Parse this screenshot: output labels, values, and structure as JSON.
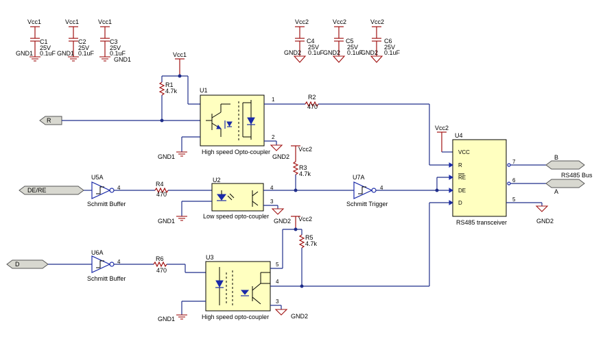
{
  "caps": [
    {
      "rail": "Vcc1",
      "ref": "C1",
      "volt": "25V",
      "val": "0.1uF",
      "gnd": "GND1"
    },
    {
      "rail": "Vcc1",
      "ref": "C2",
      "volt": "25V",
      "val": "0.1uF",
      "gnd": "GND1"
    },
    {
      "rail": "Vcc1",
      "ref": "C3",
      "volt": "25V",
      "val": "0.1uF",
      "gnd": "GND1"
    },
    {
      "rail": "Vcc2",
      "ref": "C4",
      "volt": "25V",
      "val": "0.1uF",
      "gnd": "GND2"
    },
    {
      "rail": "Vcc2",
      "ref": "C5",
      "volt": "25V",
      "val": "0.1uF",
      "gnd": "GND2"
    },
    {
      "rail": "Vcc2",
      "ref": "C6",
      "volt": "25V",
      "val": "0.1uF",
      "gnd": "GND2"
    }
  ],
  "u1": {
    "ref": "U1",
    "desc": "High speed Opto-coupler",
    "pin1": "1",
    "pin2": "2",
    "gnd": "GND1",
    "gnd2": "GND2"
  },
  "u2": {
    "ref": "U2",
    "desc": "Low speed opto-coupler",
    "pin4": "4",
    "pin3": "3",
    "gnd": "GND1",
    "gnd2": "GND2"
  },
  "u3": {
    "ref": "U3",
    "desc": "High speed opto-coupler",
    "pin5": "5",
    "pin4": "4",
    "pin3": "3",
    "gnd": "GND1",
    "gnd2": "GND2"
  },
  "u4": {
    "ref": "U4",
    "desc": "RS485 transceiver",
    "vcc_label": "Vcc2",
    "pins": {
      "vcc": "VCC",
      "r": "R",
      "re": "RE",
      "de": "DE",
      "d": "D"
    },
    "pin7": "7",
    "pin6": "6",
    "pin5": "5",
    "gnd": "GND2"
  },
  "u5": {
    "ref": "U5A",
    "desc": "Schmitt Buffer",
    "pin": "4"
  },
  "u6": {
    "ref": "U6A",
    "desc": "Schmitt Buffer",
    "pin": "4"
  },
  "u7": {
    "ref": "U7A",
    "desc": "Schmitt Trigger",
    "pin": "4"
  },
  "r1": {
    "ref": "R1",
    "val": "4.7k",
    "rail": "Vcc1"
  },
  "r2": {
    "ref": "R2",
    "val": "470"
  },
  "r3": {
    "ref": "R3",
    "val": "4.7k",
    "rail": "Vcc2"
  },
  "r4": {
    "ref": "R4",
    "val": "470"
  },
  "r5": {
    "ref": "R5",
    "val": "4.7k",
    "rail": "Vcc2"
  },
  "r6": {
    "ref": "R6",
    "val": "470"
  },
  "ports": {
    "r": "R",
    "dere": "DE/RE",
    "d": "D",
    "b": "B",
    "a": "A"
  },
  "bus_label": "RS485 Bus"
}
